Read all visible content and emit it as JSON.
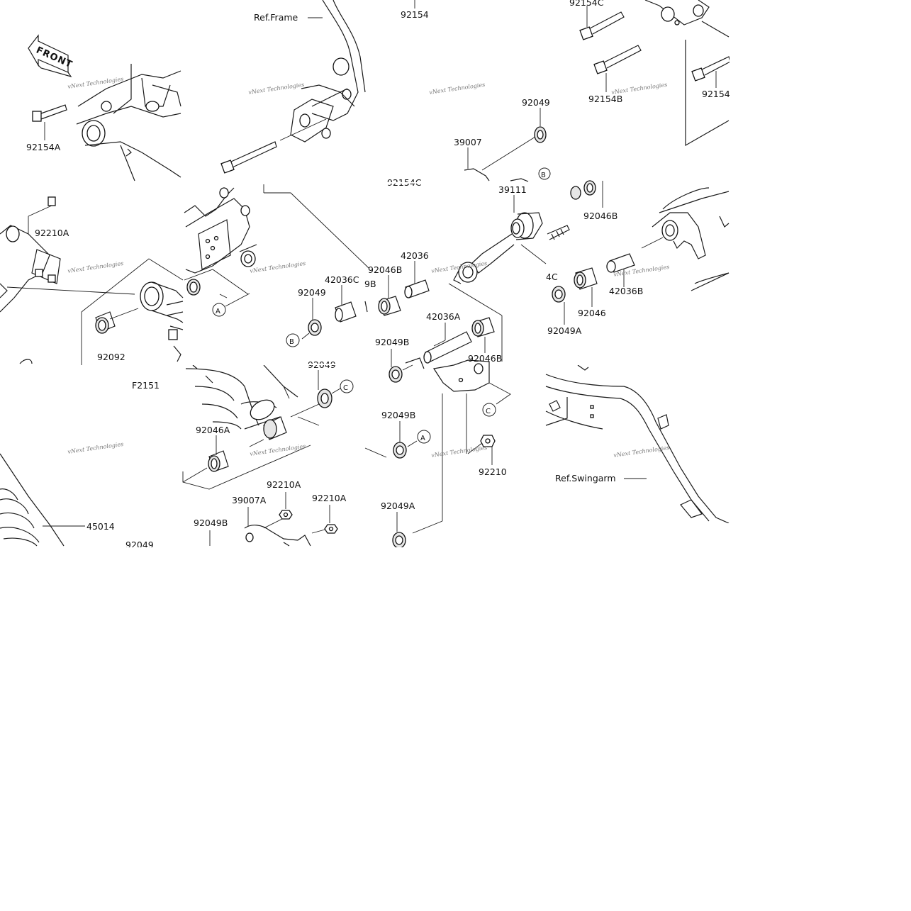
{
  "diagram": {
    "front_label": "FRONT",
    "ref_frame": "Ref.Frame",
    "ref_swingarm": "Ref.Swingarm",
    "figure_code": "F2151",
    "watermark": "vNext Technologies",
    "callouts": {
      "a": "A",
      "b": "B",
      "c": "C"
    },
    "parts": {
      "p92154": "92154",
      "p92154c": "92154C",
      "p92154b": "92154B",
      "p92154a": "92154A",
      "p92154_right": "92154",
      "p92154c_partial": "92154C",
      "p92049_top": "92049",
      "p39007": "39007",
      "p39111": "39111",
      "p92046b_right": "92046B",
      "p92210a_left": "92210A",
      "p42036": "42036",
      "p92046b_mid": "92046B",
      "p42036c": "42036C",
      "p92049_mid": "92049",
      "p9b_partial": "9B",
      "p4c_partial": "4C",
      "p42036b": "42036B",
      "p92046": "92046",
      "p92049a_right": "92049A",
      "p92092": "92092",
      "p42036a": "42036A",
      "p92049b_mid": "92049B",
      "p92046b_lower": "92046B",
      "p92049_lower": "92049",
      "p92046a": "92046A",
      "p92049b_lower": "92049B",
      "p92210": "92210",
      "p92210a_mid": "92210A",
      "p39007a": "39007A",
      "p92210a_right": "92210A",
      "p92049b_bottom": "92049B",
      "p92049a_bottom": "92049A",
      "p45014": "45014",
      "p92049_bottom": "92049"
    }
  }
}
